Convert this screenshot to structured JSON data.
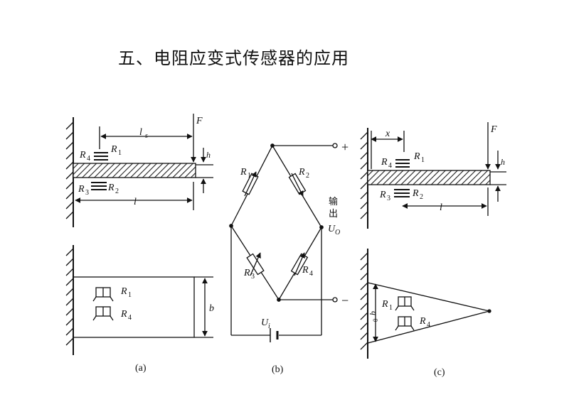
{
  "title": "五、电阻应变式传感器的应用",
  "diagram_a": {
    "caption": "(a)",
    "force": "F",
    "dim_ls": "l",
    "dim_ls_sub": "s",
    "dim_l": "l",
    "dim_h": "h",
    "dim_b": "b",
    "gauges_top": [
      "R",
      "R"
    ],
    "gauges_top_sub": [
      "4",
      "1"
    ],
    "gauges_bottom": [
      "R",
      "R"
    ],
    "gauges_bottom_sub": [
      "3",
      "2"
    ],
    "plan_labels": [
      "R",
      "R"
    ],
    "plan_labels_sub": [
      "1",
      "4"
    ]
  },
  "diagram_b": {
    "caption": "(b)",
    "resistors": [
      "R",
      "R",
      "R",
      "R"
    ],
    "resistors_sub": [
      "1",
      "2",
      "3",
      "4"
    ],
    "plus": "+",
    "minus": "−",
    "output_chars": [
      "输",
      "出"
    ],
    "output_voltage": "U",
    "output_voltage_sub": "O",
    "input_voltage": "U",
    "input_voltage_sub": "i"
  },
  "diagram_c": {
    "caption": "(c)",
    "force": "F",
    "dim_x": "x",
    "dim_l": "l",
    "dim_h": "h",
    "dim_b0": "b",
    "dim_b0_sub": "0",
    "gauges_top": [
      "R",
      "R"
    ],
    "gauges_top_sub": [
      "4",
      "1"
    ],
    "gauges_bottom": [
      "R",
      "R"
    ],
    "gauges_bottom_sub": [
      "3",
      "2"
    ],
    "plan_labels": [
      "R",
      "R"
    ],
    "plan_labels_sub": [
      "1",
      "4"
    ]
  }
}
